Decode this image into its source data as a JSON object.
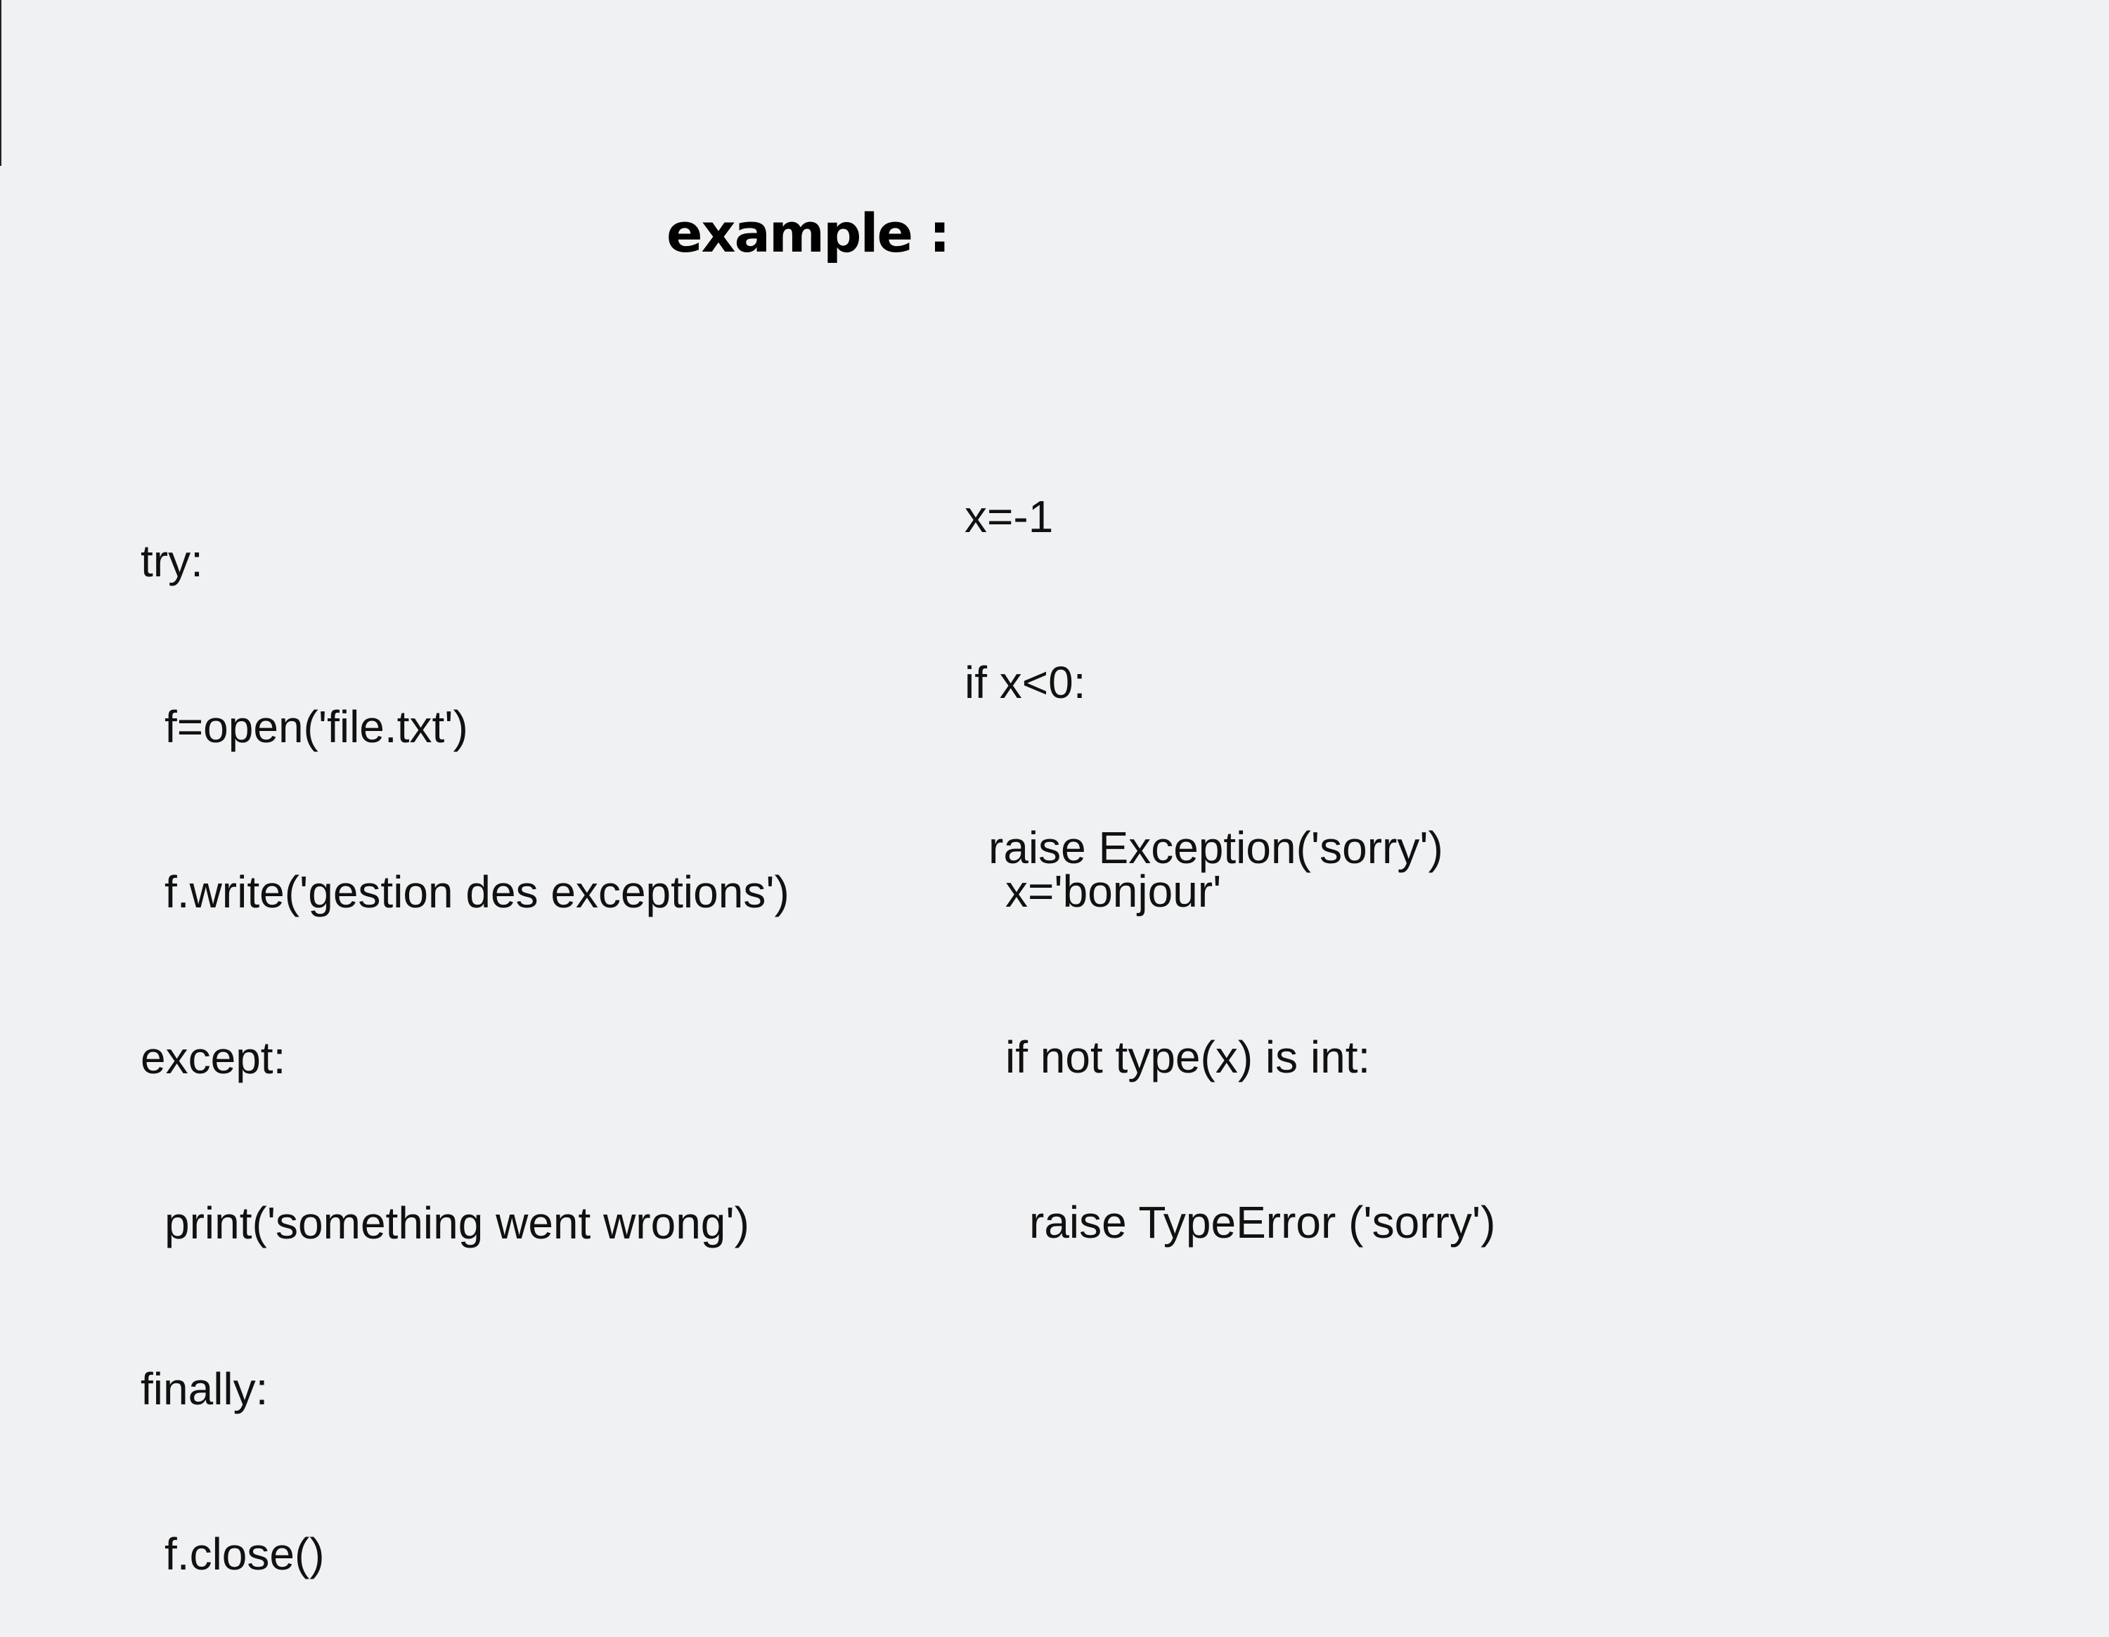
{
  "slide": {
    "title": "example :"
  },
  "code_blocks": {
    "try_block": {
      "lines": [
        "try:",
        "f=open('file.txt')",
        "f.write('gestion des exceptions')",
        "except:",
        "print('something went wrong')",
        "finally:",
        "f.close()"
      ]
    },
    "exception_block": {
      "lines": [
        "x=-1",
        "if x<0:",
        "raise Exception('sorry')"
      ]
    },
    "typeerror_block": {
      "lines": [
        "x='bonjour'",
        "if not type(x) is int:",
        "raise TypeError ('sorry')"
      ]
    }
  }
}
